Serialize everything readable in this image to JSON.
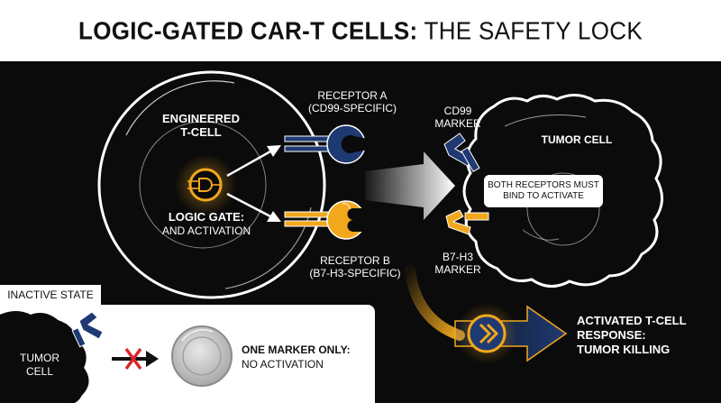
{
  "title": {
    "bold": "LOGIC-GATED CAR-T CELLS:",
    "light": "THE SAFETY LOCK"
  },
  "tcell": {
    "label": "ENGINEERED\nT-CELL",
    "gate_label": "LOGIC GATE:",
    "gate_sub": "AND ACTIVATION"
  },
  "receptor_a": {
    "line1": "RECEPTOR A",
    "line2": "(CD99-SPECIFIC)"
  },
  "receptor_b": {
    "line1": "RECEPTOR B",
    "line2": "(B7-H3-SPECIFIC)"
  },
  "tumor": {
    "label": "TUMOR CELL",
    "marker_top": {
      "line1": "CD99",
      "line2": "MARKER"
    },
    "marker_bottom": {
      "line1": "B7-H3",
      "line2": "MARKER"
    },
    "note": "BOTH RECEPTORS MUST\nBIND TO ACTIVATE"
  },
  "activated": {
    "line1": "ACTIVATED T-CELL",
    "line2": "RESPONSE:",
    "line3": "TUMOR KILLING"
  },
  "inactive": {
    "tab": "INACTIVE STATE",
    "tumor_line1": "TUMOR",
    "tumor_line2": "CELL",
    "result_bold": "ONE MARKER ONLY:",
    "result_sub": "NO ACTIVATION"
  },
  "colors": {
    "blue": "#1f3a73",
    "gold": "#f2a81d",
    "background": "#0b0b0b",
    "panel": "#ffffff",
    "cross": "#d6262c"
  }
}
